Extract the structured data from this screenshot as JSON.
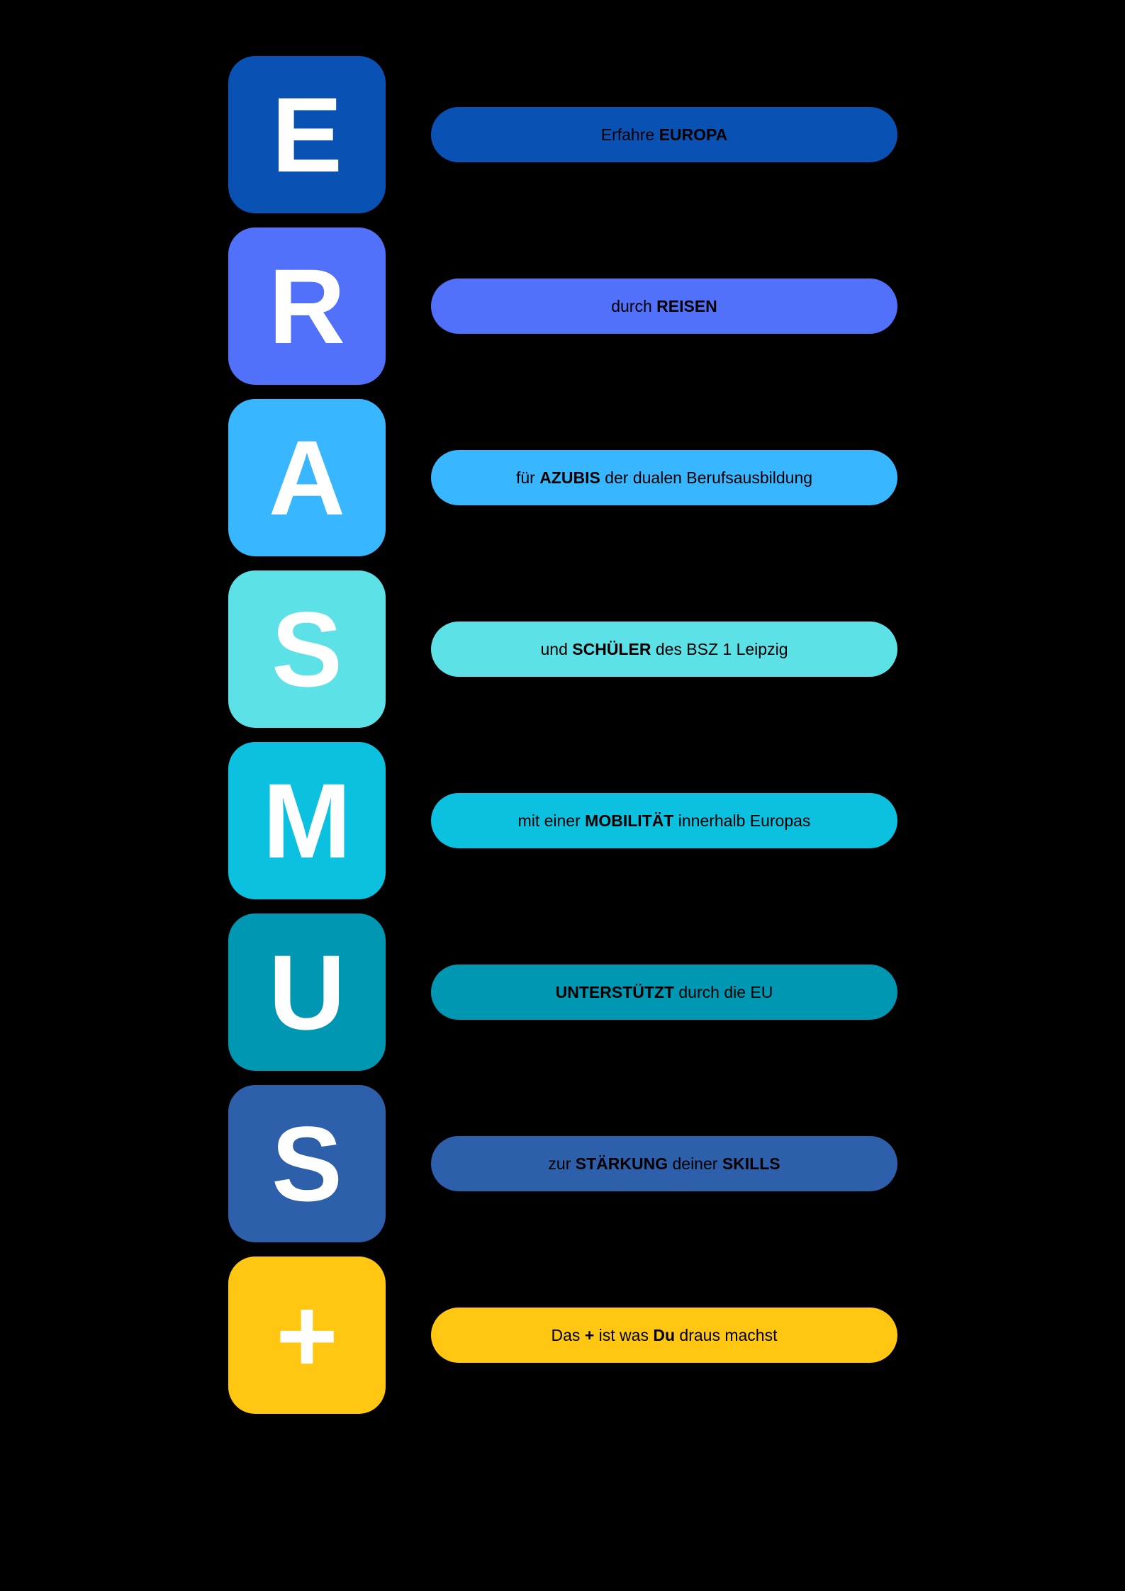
{
  "title": "ERASMUS+ acronym infographic",
  "background": "#000000",
  "letter_color": "#ffffff",
  "pill_text_color": "#000000",
  "rows": [
    {
      "letter": "E",
      "color": "#0a51b4",
      "parts": [
        "Erfahre ",
        "EUROPA",
        "",
        "",
        ""
      ]
    },
    {
      "letter": "R",
      "color": "#5271fa",
      "parts": [
        "durch ",
        "REISEN",
        "",
        "",
        ""
      ]
    },
    {
      "letter": "A",
      "color": "#38b6ff",
      "parts": [
        "für ",
        "AZUBIS",
        " der dualen Berufsausbildung",
        "",
        ""
      ]
    },
    {
      "letter": "S",
      "color": "#5ce1e6",
      "parts": [
        "und ",
        "SCHÜLER",
        " des BSZ 1 Leipzig",
        "",
        ""
      ]
    },
    {
      "letter": "M",
      "color": "#0cc0df",
      "parts": [
        "mit einer ",
        "MOBILITÄT",
        " innerhalb Europas",
        "",
        ""
      ]
    },
    {
      "letter": "U",
      "color": "#0097b2",
      "parts": [
        "",
        "UNTERSTÜTZT",
        " durch die EU",
        "",
        ""
      ]
    },
    {
      "letter": "S",
      "color": "#2e5faa",
      "parts": [
        "zur ",
        "STÄRKUNG",
        " deiner ",
        "SKILLS",
        ""
      ]
    },
    {
      "letter": "+",
      "color": "#ffc712",
      "parts": [
        "Das ",
        "+",
        " ist was ",
        "Du",
        " draus machst"
      ]
    }
  ]
}
